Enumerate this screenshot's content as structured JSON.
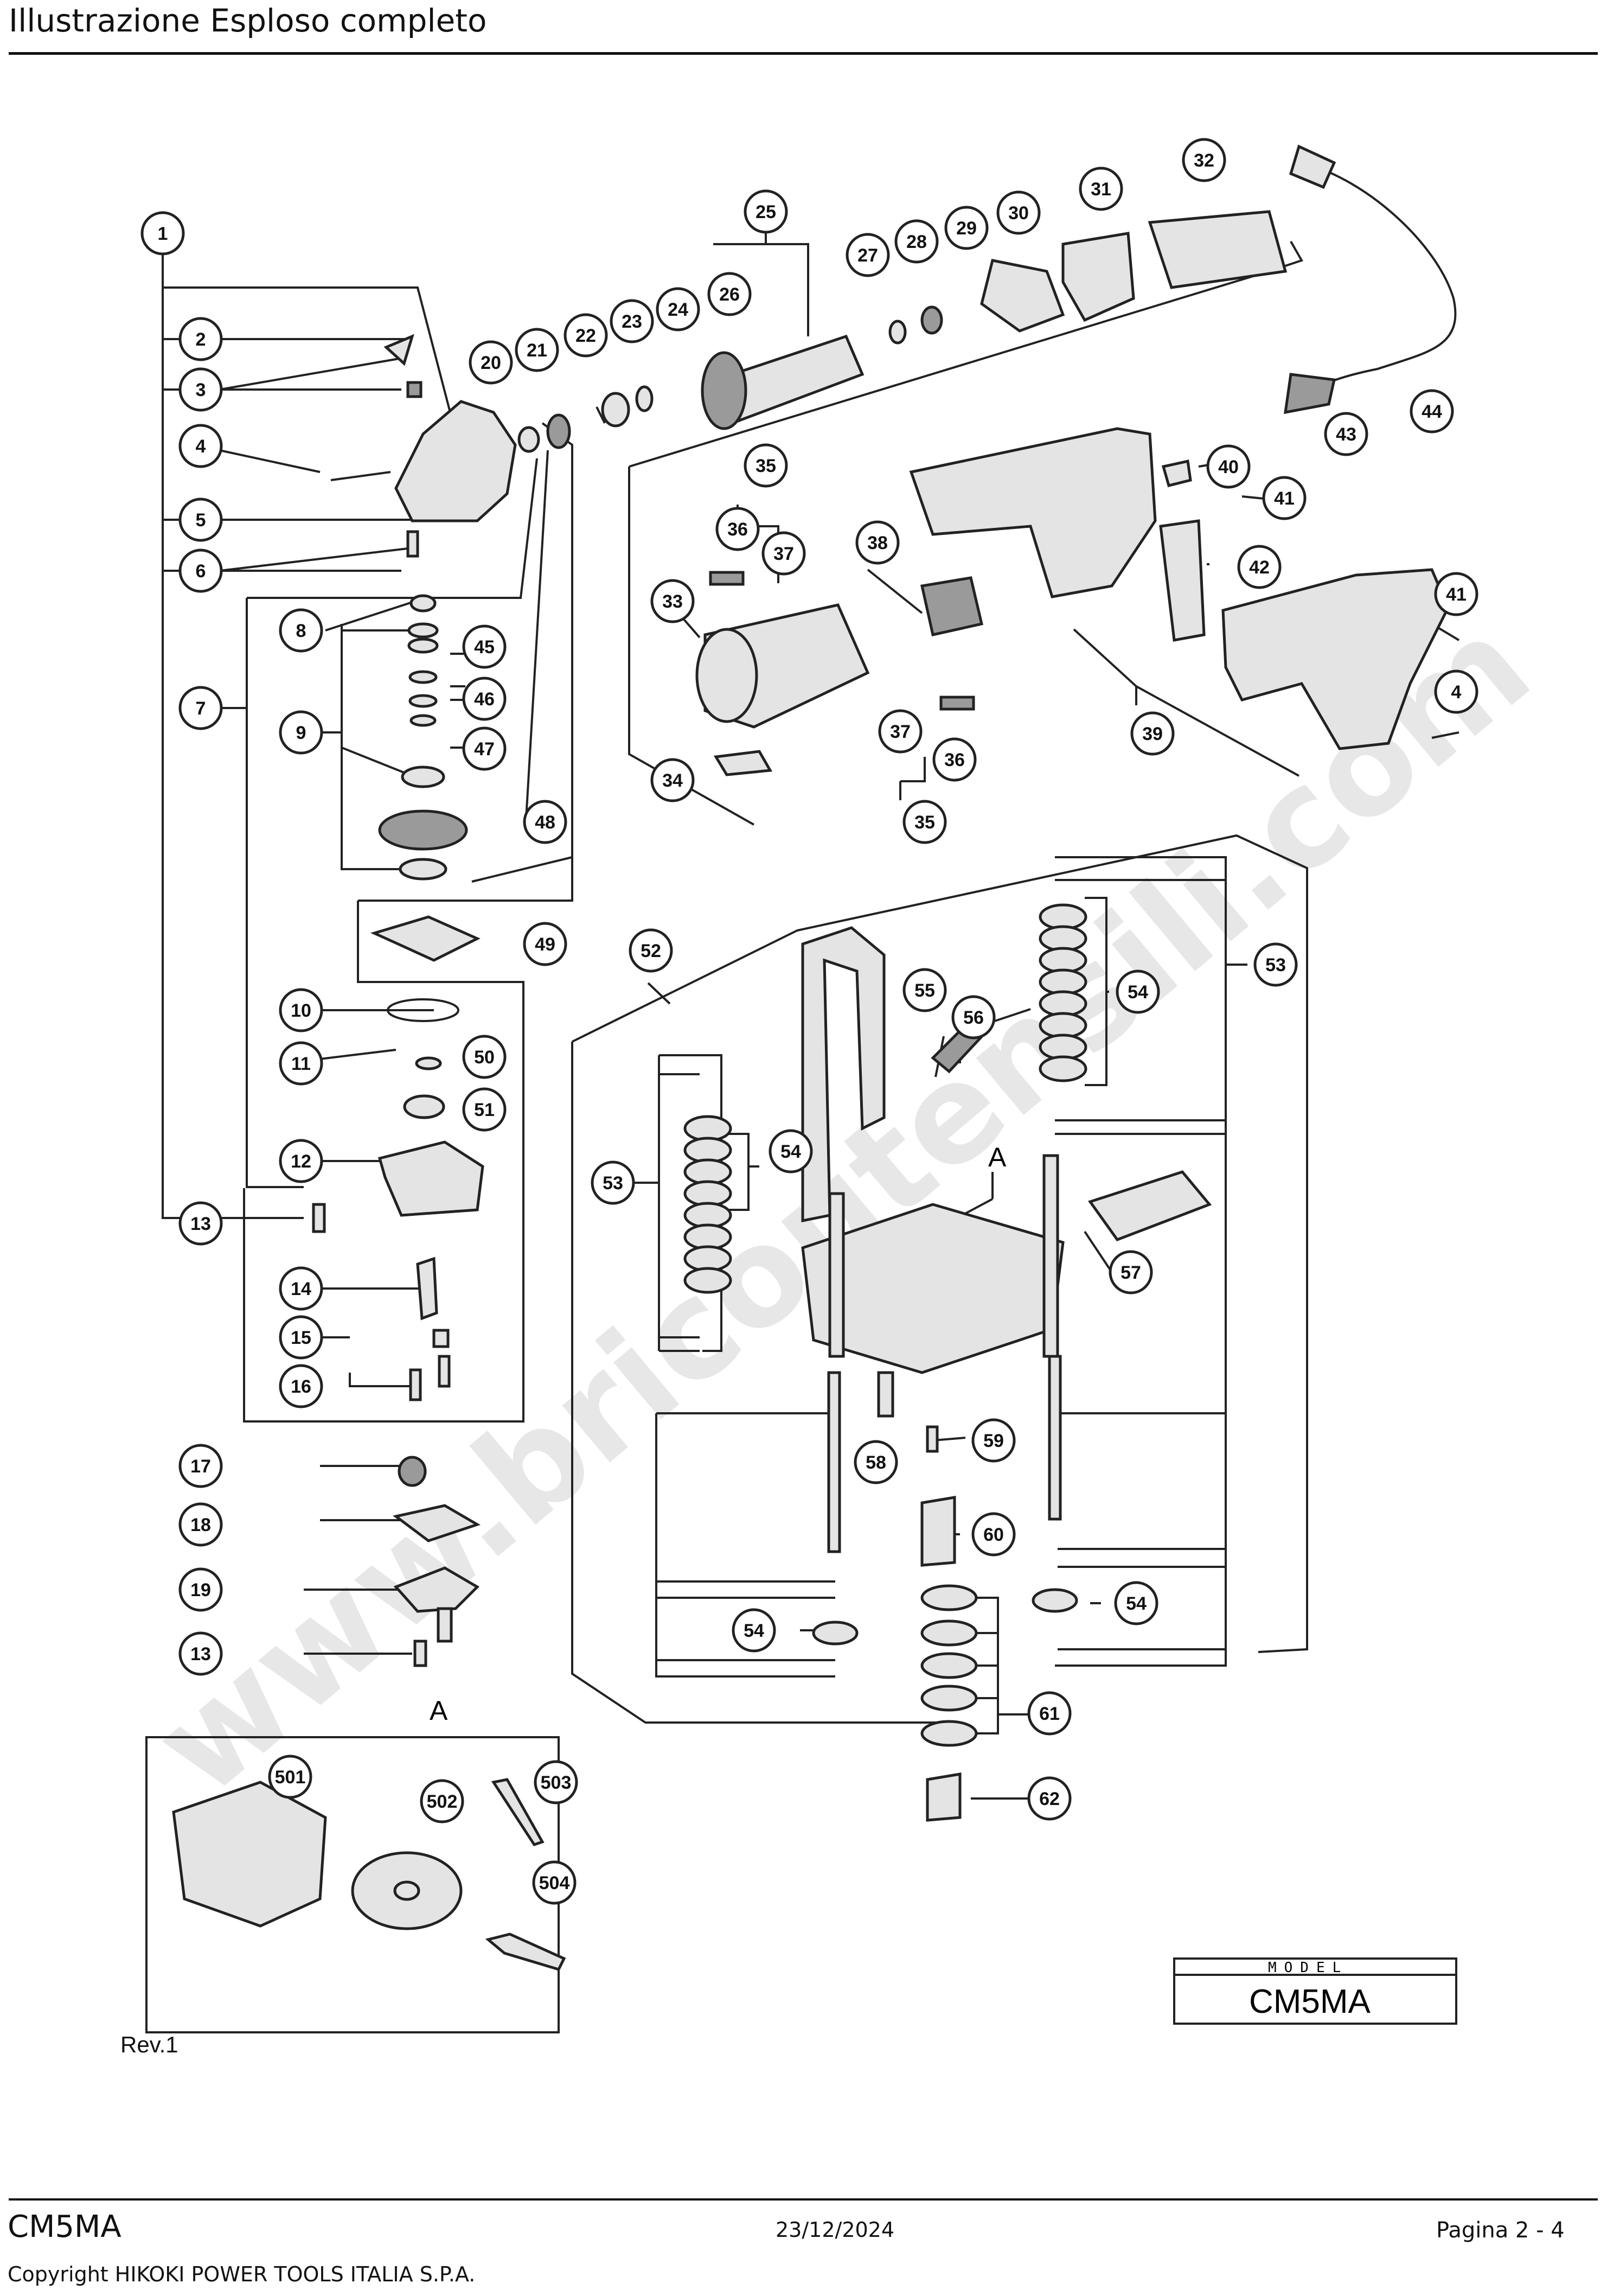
{
  "header": {
    "title": "Illustrazione  Esploso completo"
  },
  "watermark": "www.bricoutensili.com",
  "diagram": {
    "section_marker": "A",
    "model_box": {
      "label": "MODEL",
      "value": "CM5MA"
    },
    "callouts": {
      "c1": "1",
      "c2": "2",
      "c3": "3",
      "c4": "4",
      "c5": "5",
      "c6": "6",
      "c7": "7",
      "c8": "8",
      "c9": "9",
      "c10": "10",
      "c11": "11",
      "c12": "12",
      "c13": "13",
      "c14": "14",
      "c15": "15",
      "c16": "16",
      "c17": "17",
      "c18": "18",
      "c19": "19",
      "c20": "20",
      "c21": "21",
      "c22": "22",
      "c23": "23",
      "c24": "24",
      "c25": "25",
      "c26": "26",
      "c27": "27",
      "c28": "28",
      "c29": "29",
      "c30": "30",
      "c31": "31",
      "c32": "32",
      "c33": "33",
      "c34": "34",
      "c35": "35",
      "c36": "36",
      "c37": "37",
      "c38": "38",
      "c39": "39",
      "c40": "40",
      "c41": "41",
      "c42": "42",
      "c43": "43",
      "c44": "44",
      "c45": "45",
      "c46": "46",
      "c47": "47",
      "c48": "48",
      "c49": "49",
      "c50": "50",
      "c51": "51",
      "c52": "52",
      "c53": "53",
      "c54": "54",
      "c55": "55",
      "c56": "56",
      "c57": "57",
      "c58": "58",
      "c59": "59",
      "c60": "60",
      "c61": "61",
      "c62": "62",
      "c501": "501",
      "c502": "502",
      "c503": "503",
      "c504": "504"
    }
  },
  "revision": "Rev.1",
  "footer": {
    "model": "CM5MA",
    "date": "23/12/2024",
    "page": "Pagina 2 - 4",
    "copyright": "Copyright HIKOKI POWER TOOLS ITALIA S.P.A."
  }
}
